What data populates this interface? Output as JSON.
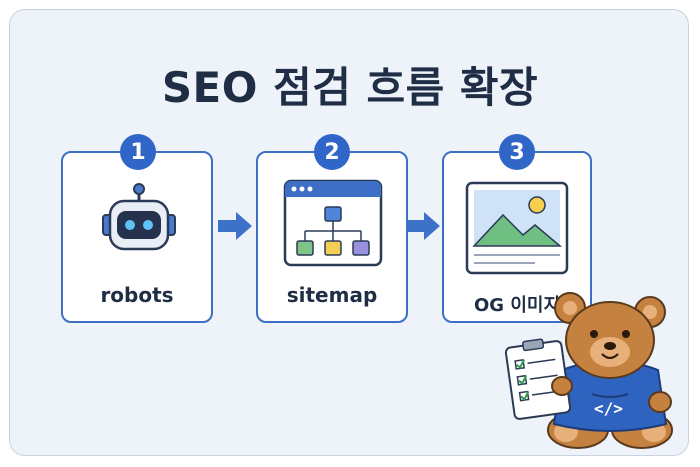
{
  "title": "SEO 점검 흐름 확장",
  "steps": [
    {
      "number": "1",
      "label": "robots",
      "icon": "robot-icon"
    },
    {
      "number": "2",
      "label": "sitemap",
      "icon": "sitemap-icon"
    },
    {
      "number": "3",
      "label": "OG 이미지",
      "icon": "image-icon"
    }
  ],
  "colors": {
    "accent": "#2f66c8",
    "card_border": "#3d6fc4",
    "background": "#eef3fa",
    "title": "#1f2d45",
    "bear": "#c4813f",
    "hoodie": "#2f63c0"
  },
  "mascot": {
    "hoodie_text": "</>",
    "icon": "bear-mascot-icon"
  }
}
